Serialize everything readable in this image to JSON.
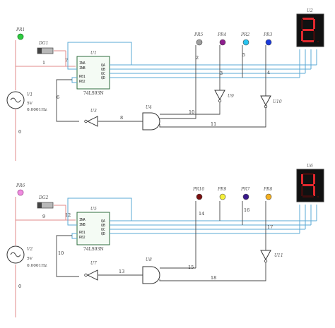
{
  "circuits": [
    {
      "source": {
        "name": "V1",
        "voltage": "5V",
        "freq": "0.0001Hz"
      },
      "probe_in": {
        "name": "PR1",
        "color": "#2ecc40"
      },
      "switch": {
        "name": "DG1"
      },
      "counter": {
        "name": "U1",
        "part": "74LS93N",
        "pins_left": [
          "INA",
          "INB",
          "R01",
          "R02"
        ],
        "pins_right": [
          "QA",
          "QB",
          "QC",
          "QD"
        ]
      },
      "inverter_feedback": {
        "name": "U3"
      },
      "and_gate": {
        "name": "U4"
      },
      "inverters_out": [
        {
          "name": "U9"
        },
        {
          "name": "U10"
        }
      ],
      "probes": [
        {
          "name": "PR5",
          "color": "#9e9e9e"
        },
        {
          "name": "PR4",
          "color": "#8e1e8e"
        },
        {
          "name": "PR2",
          "color": "#29c4f0"
        },
        {
          "name": "PR3",
          "color": "#1a3adb"
        }
      ],
      "display": {
        "name": "U2",
        "digit": "2"
      },
      "net_labels": [
        "1",
        "7",
        "6",
        "8",
        "2",
        "3",
        "5",
        "4",
        "10",
        "11"
      ],
      "ground_label": "0"
    },
    {
      "source": {
        "name": "V2",
        "voltage": "5V",
        "freq": "0.0001Hz"
      },
      "probe_in": {
        "name": "PR6",
        "color": "#f08ce0"
      },
      "switch": {
        "name": "DG2"
      },
      "counter": {
        "name": "U5",
        "part": "74LS93N",
        "pins_left": [
          "INA",
          "INB",
          "R01",
          "R02"
        ],
        "pins_right": [
          "QA",
          "QB",
          "QC",
          "QD"
        ]
      },
      "inverter_feedback": {
        "name": "U7"
      },
      "and_gate": {
        "name": "U8"
      },
      "inverters_out": [
        {
          "name": "U11"
        }
      ],
      "probes": [
        {
          "name": "PR10",
          "color": "#7a1010"
        },
        {
          "name": "PR9",
          "color": "#f5f03a"
        },
        {
          "name": "PR7",
          "color": "#3a1a8c"
        },
        {
          "name": "PR8",
          "color": "#f5b020"
        }
      ],
      "display": {
        "name": "U6",
        "digit": "4"
      },
      "net_labels": [
        "9",
        "12",
        "10",
        "13",
        "14",
        "16",
        "17",
        "15",
        "18"
      ],
      "ground_label": "0"
    }
  ],
  "colors": {
    "wire_signal": "#5aa8d6",
    "wire_power": "#e08a8a",
    "wire_control": "#444444",
    "segment_on": "#e0282d",
    "segment_off": "#3a0d0d"
  }
}
